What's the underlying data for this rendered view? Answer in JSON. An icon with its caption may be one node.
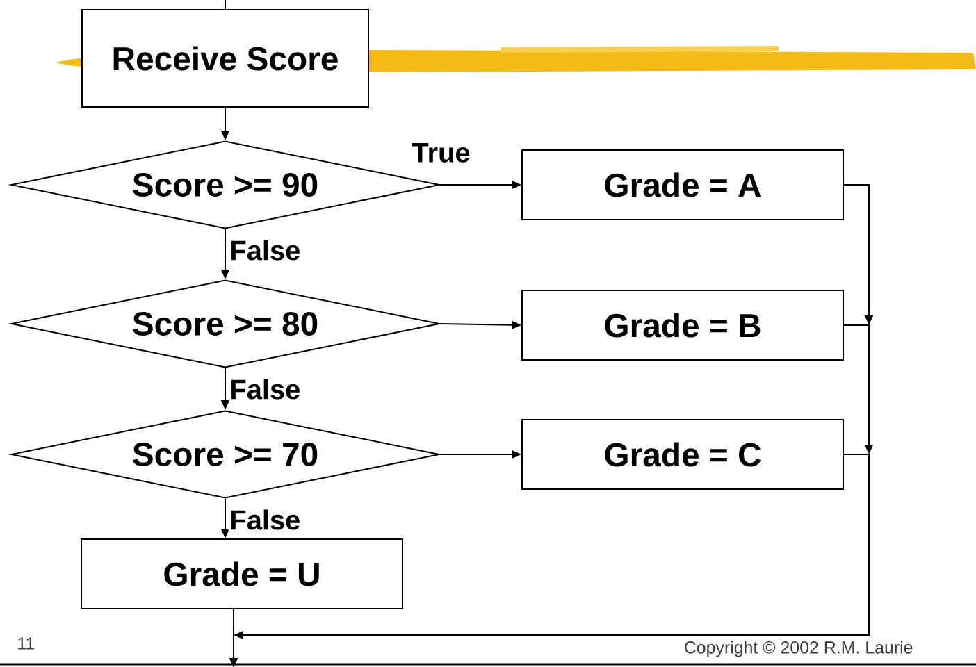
{
  "diagram": {
    "nodes": [
      {
        "text": [
          "Receive Score"
        ]
      },
      {
        "text": [
          "Score >= 90"
        ]
      },
      {
        "text": [
          "Score >= 80"
        ]
      },
      {
        "text": [
          "Score >= 70"
        ]
      },
      {
        "text": [
          "Grade = A"
        ]
      },
      {
        "text": [
          "Grade = B"
        ]
      },
      {
        "text": [
          "Grade = C"
        ]
      },
      {
        "text": [
          "Grade = U"
        ]
      }
    ],
    "edges": [
      {
        "from": null,
        "to": 0,
        "arrow": "none"
      },
      {
        "from": 0,
        "to": 1,
        "arrow": "to"
      },
      {
        "from": 1,
        "to": 4,
        "arrow": "to",
        "label": "True"
      },
      {
        "from": 1,
        "to": 2,
        "arrow": "to",
        "label": "False"
      },
      {
        "from": 2,
        "to": 5,
        "arrow": "to"
      },
      {
        "from": 2,
        "to": 3,
        "arrow": "to",
        "label": "False"
      },
      {
        "from": 3,
        "to": 6,
        "arrow": "to"
      },
      {
        "from": 3,
        "to": 7,
        "arrow": "to",
        "label": "False"
      },
      {
        "from": 4,
        "to": null,
        "arrow": "to"
      },
      {
        "from": 5,
        "to": null,
        "arrow": "to"
      },
      {
        "from": 6,
        "to": null,
        "arrow": "to"
      },
      {
        "from": 7,
        "to": null,
        "arrow": "to"
      }
    ],
    "labels": [
      "11",
      "Copyright © 2002  R.M. Laurie"
    ]
  }
}
